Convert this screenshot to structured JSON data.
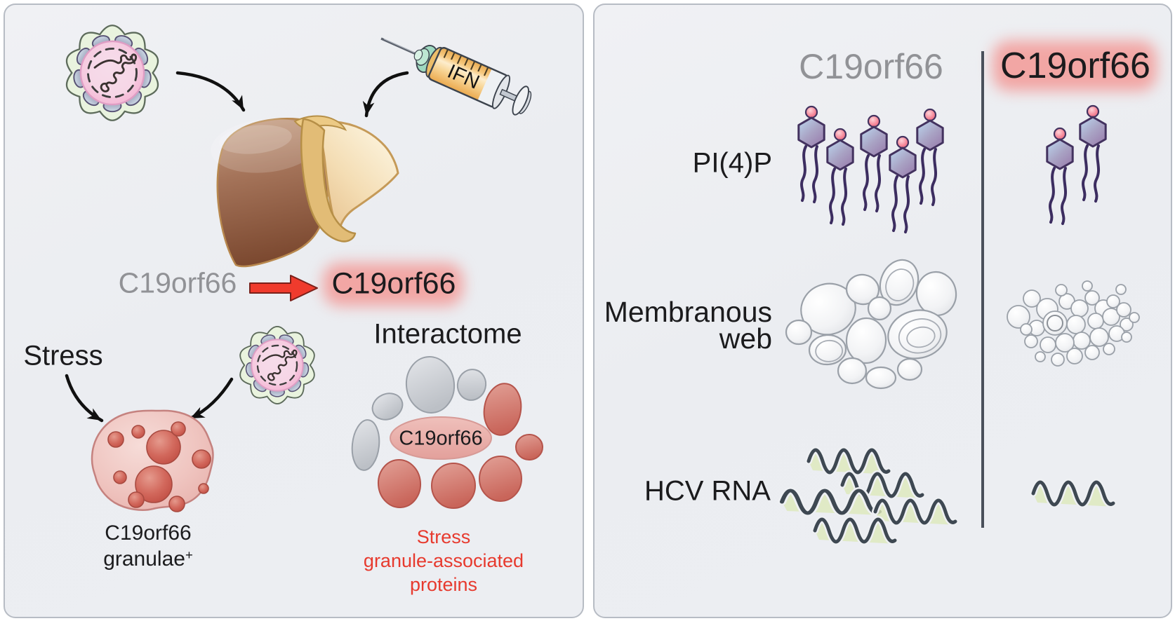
{
  "figure": {
    "left_panel": {
      "syringe_label": "IFN",
      "protein_basal_label": "C19orf66",
      "protein_induced_label": "C19orf66",
      "stress_label": "Stress",
      "granule_caption": {
        "line1": "C19orf66",
        "line2": "granulae",
        "superscript": "+"
      },
      "interactome_title": "Interactome",
      "interactome_center_label": "C19orf66",
      "interactome_caption": {
        "line1": "Stress",
        "line2": "granule-associated",
        "line3": "proteins"
      }
    },
    "right_panel": {
      "column_left_header": "C19orf66",
      "column_right_header": "C19orf66",
      "row_labels": {
        "pi4p": "PI(4)P",
        "membranous_web_line1": "Membranous",
        "membranous_web_line2": "web",
        "hcv_rna": "HCV RNA"
      }
    },
    "colors": {
      "panel_background": "#edeff2",
      "gray_text": "#919296",
      "black_text": "#1b1b1d",
      "red_text": "#e73a2e",
      "highlight_pink": "#f2a3a0",
      "red_arrow": "#ef3b2d"
    }
  }
}
